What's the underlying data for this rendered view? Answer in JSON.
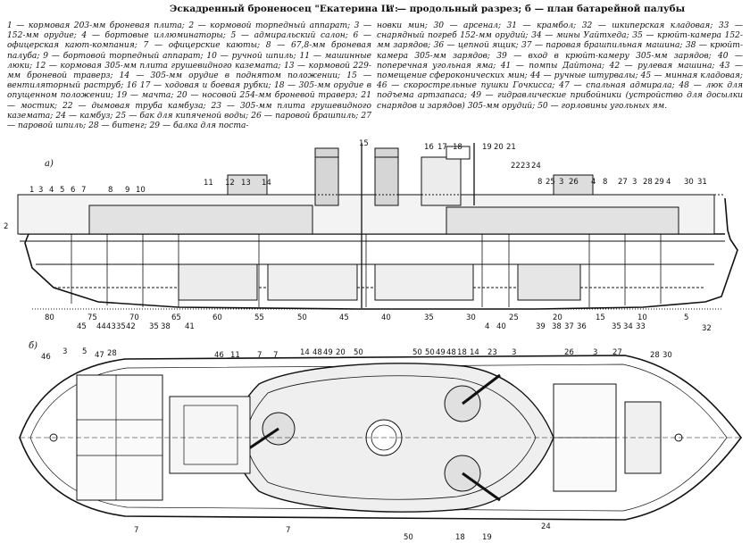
{
  "title": {
    "main": "Эскадренный броненосец \"Екатерина II\":",
    "views": "а — продольный разрез; б — план батарейной палубы"
  },
  "legend_left": "1 — кормовая 203-мм броневая плита; 2 — кормовой торпедный аппарат; 3 — 152-мм орудие; 4 — бортовые иллюминаторы; 5 — адмиральский салон; 6 — офицерская кают-компания; 7 — офицерские каюты; 8 — 67,8-мм броневая палуба; 9 — бортовой торпедный аппарат; 10 — ручной шпиль; 11 — машинные люки; 12 — кормовая 305-мм плита грушевидного каземата; 13 — кормовой 229-мм броневой траверз; 14 — 305-мм орудие в поднятом положении; 15 — вентиляторный раструб; 16 17 — ходовая и боевая рубки; 18 — 305-мм орудие в опущенном положении; 19 — мачта; 20 — носовой 254-мм броневой траверз; 21 — мостик; 22 — дымовая труба камбуза; 23 — 305-мм плита грушевидного каземата; 24 — камбуз; 25 — бак для кипяченой воды; 26 — паровой брашпиль; 27 — паровой шпиль; 28 — битенг; 29 — балка для поста-",
  "legend_right": "новки мин; 30 — арсенал; 31 — крамбол; 32 — шкиперская кладовая; 33 — снарядный погреб 152-мм орудий; 34 — мины Уайтхеда; 35 — крюйт-камера 152-мм зарядов; 36 — цепной ящик; 37 — паровая брашпильная машина; 38 — крюйт-камера 305-мм зарядов; 39 — вход в крюйт-камеру 305-мм зарядов; 40 — поперечная угольная яма; 41 — помпы Дайтона; 42 — рулевая машина; 43 — помещение сфероконических мин; 44 — ручные штурвалы; 45 — минная кладовая; 46 — скорострельные пушки Гочкисса; 47 — спальная адмирала; 48 — люк для подъема артзапаса; 49 — гидравлические прибойники (устройство для досылки снарядов и зарядов) 305-мм орудий; 50 — горловины угольных ям.",
  "section_a": "а)",
  "section_b": "б)",
  "labels_a_top": [
    "1",
    "3",
    "4",
    "5",
    "6",
    "7",
    "8",
    "9",
    "10",
    "11",
    "12",
    "13",
    "14",
    "15",
    "16",
    "17",
    "18",
    "19",
    "20",
    "21",
    "22",
    "23",
    "24",
    "8",
    "25",
    "3",
    "26",
    "4",
    "8",
    "27",
    "3",
    "28",
    "29",
    "4",
    "30",
    "31"
  ],
  "labels_a_bottom": [
    "80",
    "45",
    "75",
    "44",
    "43",
    "35",
    "42",
    "70",
    "35",
    "38",
    "65",
    "41",
    "60",
    "55",
    "50",
    "45",
    "40",
    "35",
    "30",
    "25",
    "4",
    "40",
    "39",
    "38",
    "37",
    "36",
    "20",
    "15",
    "35",
    "34",
    "33",
    "10",
    "5",
    "32",
    "2"
  ],
  "labels_b_top": [
    "46",
    "3",
    "5",
    "47",
    "28",
    "46",
    "11",
    "7",
    "7",
    "14",
    "48",
    "49",
    "20",
    "50",
    "50",
    "50",
    "49",
    "48",
    "18",
    "14",
    "23",
    "3",
    "26",
    "3",
    "27",
    "28",
    "30"
  ],
  "labels_b_bottom": [
    "7",
    "7",
    "50",
    "18",
    "19",
    "24"
  ]
}
